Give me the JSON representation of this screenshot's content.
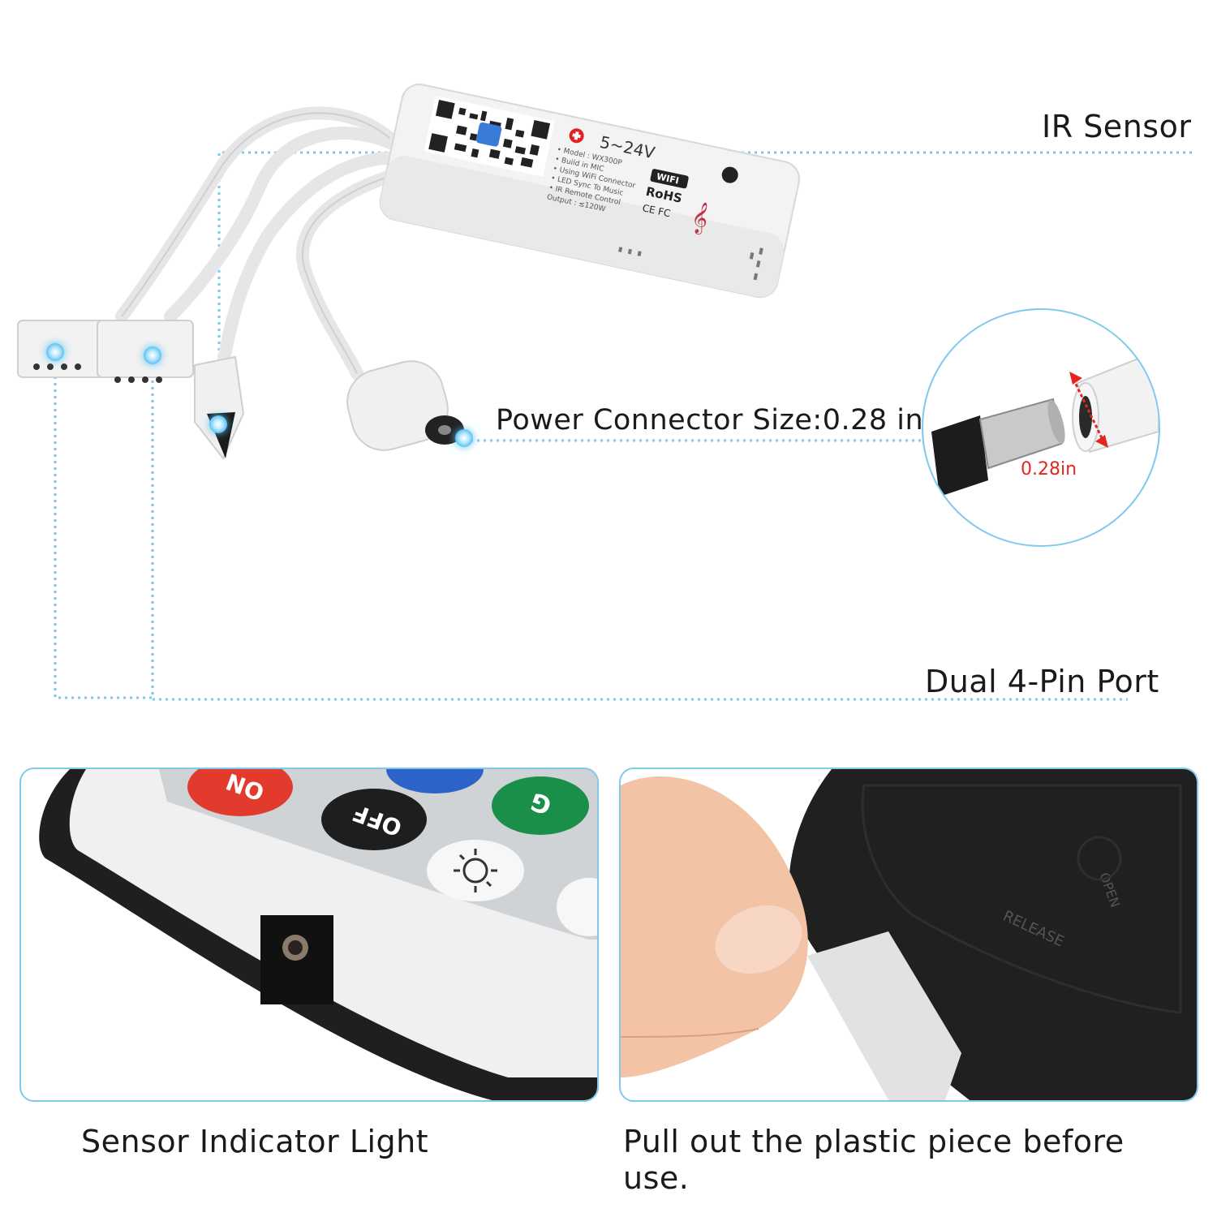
{
  "callouts": {
    "ir_sensor": "IR Sensor",
    "power_connector": "Power Connector Size:0.28 in",
    "dual_port": "Dual 4-Pin Port"
  },
  "inset": {
    "dimension": "0.28in"
  },
  "controller": {
    "voltage": "5~24V",
    "rohs": "RoHS",
    "marks": "CE FC",
    "wifi": "WIFI",
    "specs": [
      "• Model : WX300P",
      "• Build in MIC",
      "• Using WiFi Connector",
      "• LED Sync To Music",
      "• IR Remote Control",
      "Output : ≤120W"
    ]
  },
  "remote": {
    "on": "ON",
    "off": "OFF",
    "g": "G"
  },
  "battery": {
    "release": "RELEASE",
    "open": "OPEN"
  },
  "captions": {
    "sensor_light": "Sensor Indicator Light",
    "pull_line1": "Pull out the plastic piece before",
    "pull_line2": "use."
  },
  "colors": {
    "accent": "#58c3f3",
    "guide": "#7fc9ef",
    "dimension_red": "#e52620"
  }
}
